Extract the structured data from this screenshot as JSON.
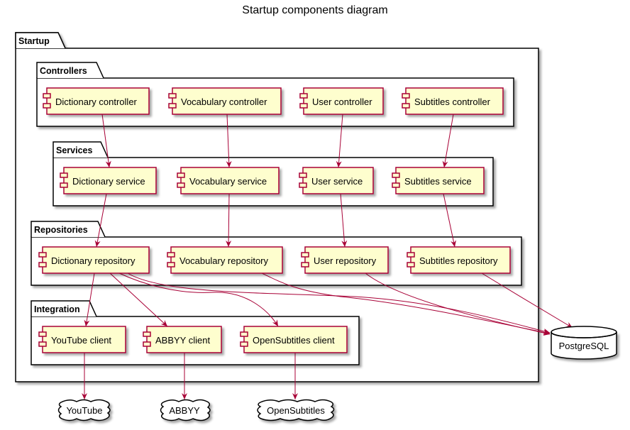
{
  "title": "Startup components diagram",
  "colors": {
    "component_fill": "#FEFECE",
    "component_border": "#A80036",
    "arrow": "#A80036",
    "package_border": "#000000",
    "package_fill": "#FFFFFF"
  },
  "packages": {
    "startup": "Startup",
    "controllers": "Controllers",
    "services": "Services",
    "repositories": "Repositories",
    "integration": "Integration"
  },
  "components": {
    "dictionary_controller": "Dictionary controller",
    "vocabulary_controller": "Vocabulary controller",
    "user_controller": "User controller",
    "subtitles_controller": "Subtitles controller",
    "dictionary_service": "Dictionary service",
    "vocabulary_service": "Vocabulary service",
    "user_service": "User service",
    "subtitles_service": "Subtitles service",
    "dictionary_repository": "Dictionary repository",
    "vocabulary_repository": "Vocabulary repository",
    "user_repository": "User repository",
    "subtitles_repository": "Subtitles repository",
    "youtube_client": "YouTube client",
    "abbyy_client": "ABBYY client",
    "opensubtitles_client": "OpenSubtitles client"
  },
  "external": {
    "postgresql": "PostgreSQL",
    "youtube": "YouTube",
    "abbyy": "ABBYY",
    "opensubtitles": "OpenSubtitles"
  }
}
